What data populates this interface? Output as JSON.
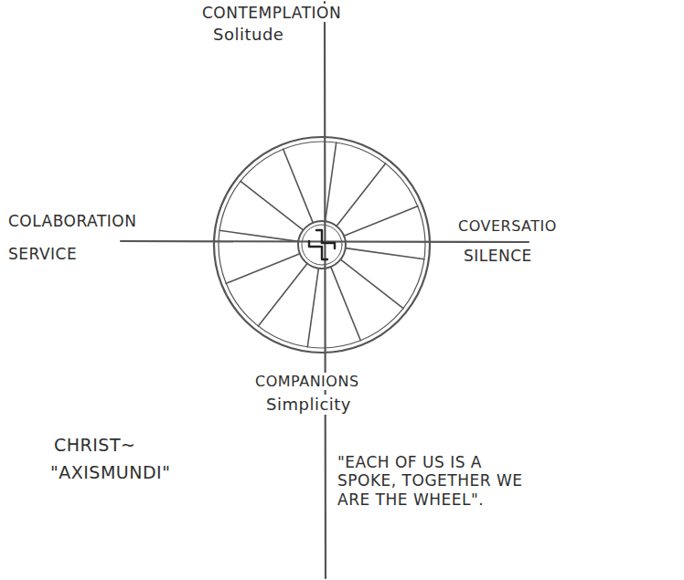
{
  "diagram": {
    "labels": [
      "CONTEMPLATION",
      "Solitude",
      "COLABORATION",
      "SERVICE",
      "COVERSATIO",
      "SILENCE",
      "COMPANIONS",
      "Simplicity",
      "CHRIST~",
      "\"AXISMUNDI\"",
      "\"EACH OF US IS A SPOKE, TOGETHER WE ARE THE WHEEL\"."
    ]
  }
}
